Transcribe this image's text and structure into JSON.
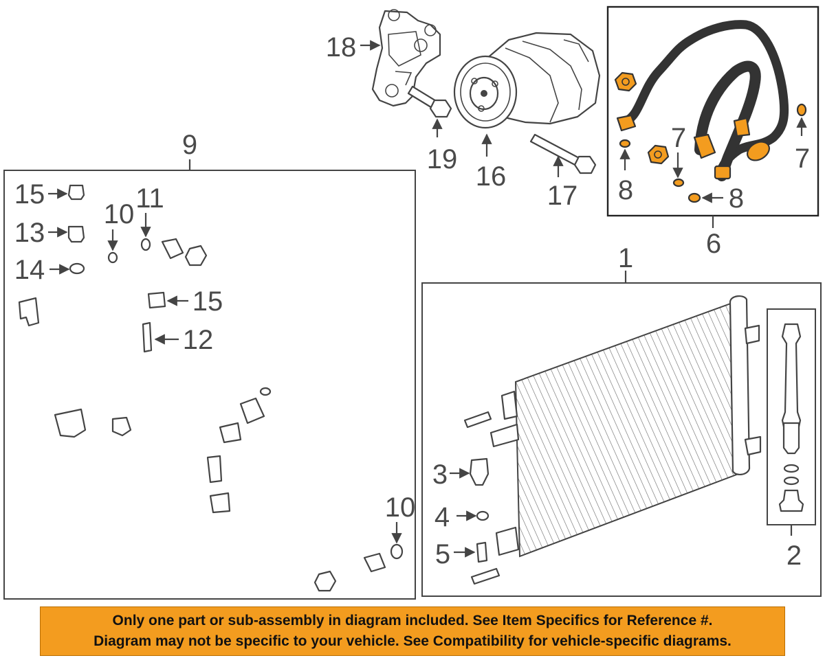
{
  "callouts": {
    "n1": "1",
    "n2": "2",
    "n3": "3",
    "n4": "4",
    "n5": "5",
    "n6": "6",
    "n7a": "7",
    "n7b": "7",
    "n8a": "8",
    "n8b": "8",
    "n9": "9",
    "n10a": "10",
    "n10b": "10",
    "n11": "11",
    "n12": "12",
    "n13": "13",
    "n14": "14",
    "n15a": "15",
    "n15b": "15",
    "n16": "16",
    "n17": "17",
    "n18": "18",
    "n19": "19"
  },
  "highlight_color": "#f39c1f",
  "banner": {
    "line1": "Only one part or sub-assembly in diagram included. See Item Specifics for Reference #.",
    "line2": "Diagram may not be specific to your vehicle. See Compatibility for vehicle-specific diagrams."
  }
}
